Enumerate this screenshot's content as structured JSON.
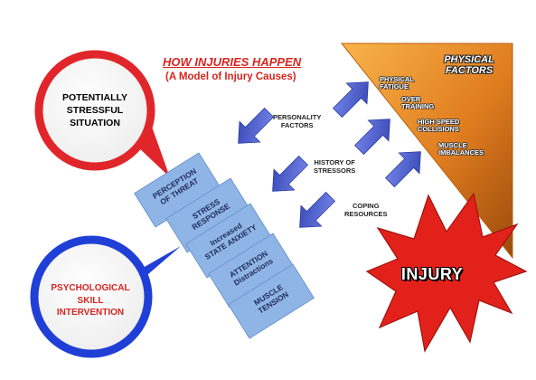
{
  "title": "HOW INJURIES HAPPEN",
  "subtitle": "(A Model of Injury Causes)",
  "stress_bubble": {
    "line1": "POTENTIALLY",
    "line2": "STRESSFUL",
    "line3": "SITUATION"
  },
  "psych_bubble": {
    "line1": "PSYCHOLOGICAL",
    "line2": "SKILL",
    "line3": "INTERVENTION"
  },
  "stress_boxes": [
    {
      "line1": "PERCEPTION",
      "line2": "OF THREAT"
    },
    {
      "line1": "STRESS",
      "line2": "RESPONSE"
    },
    {
      "line1": "Increased",
      "line2": "STATE ANXIETY"
    },
    {
      "line1": "ATTENTION",
      "line2": "Distractions"
    },
    {
      "line1": "MUSCLE",
      "line2": "TENSION"
    }
  ],
  "factors": [
    {
      "line1": "PERSONALITY",
      "line2": "FACTORS"
    },
    {
      "line1": "HISTORY OF",
      "line2": "STRESSORS"
    },
    {
      "line1": "COPING",
      "line2": "RESOURCES"
    }
  ],
  "physical": {
    "title_line1": "PHYSICAL",
    "title_line2": "FACTORS",
    "items": [
      {
        "line1": "PHYSICAL",
        "line2": "FATIGUE"
      },
      {
        "line1": "OVER",
        "line2": "TRAINING"
      },
      {
        "line1": "HIGH SPEED",
        "line2": "COLLISIONS"
      },
      {
        "line1": "MUSCLE",
        "line2": "IMBALANCES"
      }
    ]
  },
  "injury_label": "INJURY",
  "colors": {
    "red_ring": "#e0262a",
    "blue_ring": "#1f3fd6",
    "arrow_blue": "#4a5fd4",
    "box_blue": "#8fb5e6",
    "orange_top": "#f7a83a",
    "orange_bottom": "#a8520d",
    "injury_red": "#e3211b"
  }
}
